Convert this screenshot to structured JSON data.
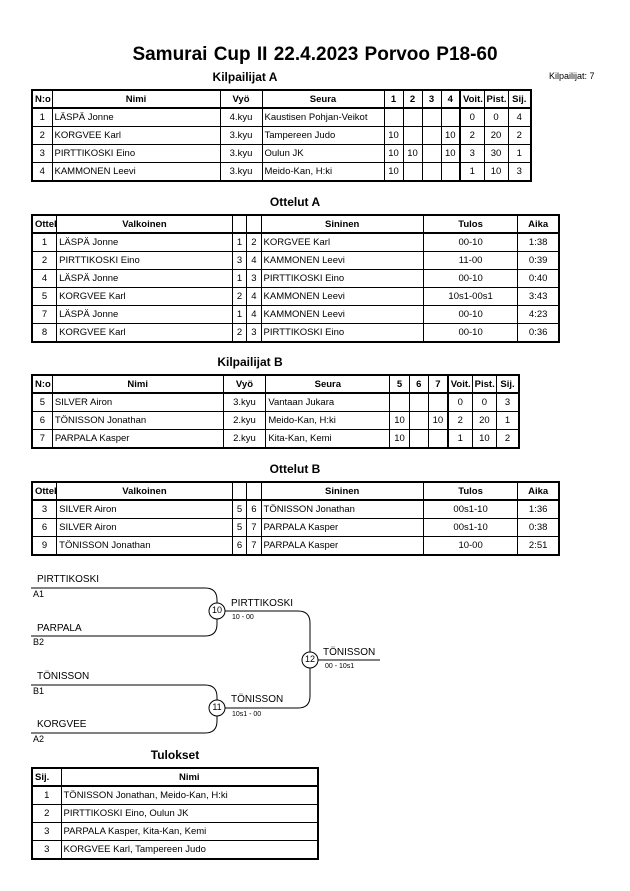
{
  "header": {
    "title": "Samurai Cup II  22.4.2023  Porvoo    P18-60",
    "pool_a_title": "Kilpailijat A",
    "competitor_count": "Kilpailijat: 7"
  },
  "pool_a": {
    "headers": [
      "N:o",
      "Nimi",
      "Vyö",
      "Seura",
      "1",
      "2",
      "3",
      "4",
      "Voit.",
      "Pist.",
      "Sij."
    ],
    "rows": [
      [
        "1",
        "LÄSPÄ Jonne",
        "4.kyu",
        "Kaustisen Pohjan-Veikot",
        "",
        "",
        "",
        "",
        "0",
        "0",
        "4"
      ],
      [
        "2",
        "KORGVEE Karl",
        "3.kyu",
        "Tampereen Judo",
        "10",
        "",
        "",
        "10",
        "2",
        "20",
        "2"
      ],
      [
        "3",
        "PIRTTIKOSKI Eino",
        "3.kyu",
        "Oulun JK",
        "10",
        "10",
        "",
        "10",
        "3",
        "30",
        "1"
      ],
      [
        "4",
        "KAMMONEN Leevi",
        "3.kyu",
        "Meido-Kan, H:ki",
        "10",
        "",
        "",
        "",
        "1",
        "10",
        "3"
      ]
    ]
  },
  "matches_a": {
    "title": "Ottelut A",
    "headers": [
      "Ottelu",
      "Valkoinen",
      "",
      "",
      "Sininen",
      "Tulos",
      "Aika"
    ],
    "rows": [
      [
        "1",
        "LÄSPÄ Jonne",
        "1",
        "2",
        "KORGVEE Karl",
        "00-10",
        "1:38"
      ],
      [
        "2",
        "PIRTTIKOSKI Eino",
        "3",
        "4",
        "KAMMONEN Leevi",
        "11-00",
        "0:39"
      ],
      [
        "4",
        "LÄSPÄ Jonne",
        "1",
        "3",
        "PIRTTIKOSKI Eino",
        "00-10",
        "0:40"
      ],
      [
        "5",
        "KORGVEE Karl",
        "2",
        "4",
        "KAMMONEN Leevi",
        "10s1-00s1",
        "3:43"
      ],
      [
        "7",
        "LÄSPÄ Jonne",
        "1",
        "4",
        "KAMMONEN Leevi",
        "00-10",
        "4:23"
      ],
      [
        "8",
        "KORGVEE Karl",
        "2",
        "3",
        "PIRTTIKOSKI Eino",
        "00-10",
        "0:36"
      ]
    ]
  },
  "pool_b": {
    "title": "Kilpailijat B",
    "headers": [
      "N:o",
      "Nimi",
      "Vyö",
      "Seura",
      "5",
      "6",
      "7",
      "Voit.",
      "Pist.",
      "Sij."
    ],
    "rows": [
      [
        "5",
        "SILVER Airon",
        "3.kyu",
        "Vantaan Jukara",
        "",
        "",
        "",
        "0",
        "0",
        "3"
      ],
      [
        "6",
        "TÖNISSON Jonathan",
        "2.kyu",
        "Meido-Kan, H:ki",
        "10",
        "",
        "10",
        "2",
        "20",
        "1"
      ],
      [
        "7",
        "PARPALA Kasper",
        "2.kyu",
        "Kita-Kan, Kemi",
        "10",
        "",
        "",
        "1",
        "10",
        "2"
      ]
    ]
  },
  "matches_b": {
    "title": "Ottelut B",
    "headers": [
      "Ottelu",
      "Valkoinen",
      "",
      "",
      "Sininen",
      "Tulos",
      "Aika"
    ],
    "rows": [
      [
        "3",
        "SILVER Airon",
        "5",
        "6",
        "TÖNISSON Jonathan",
        "00s1-10",
        "1:36"
      ],
      [
        "6",
        "SILVER Airon",
        "5",
        "7",
        "PARPALA Kasper",
        "00s1-10",
        "0:38"
      ],
      [
        "9",
        "TÖNISSON Jonathan",
        "6",
        "7",
        "PARPALA Kasper",
        "10-00",
        "2:51"
      ]
    ]
  },
  "bracket": {
    "semi1_top": {
      "name": "PIRTTIKOSKI",
      "seed": "A1"
    },
    "semi1_bottom": {
      "name": "PARPALA",
      "seed": "B2"
    },
    "semi2_top": {
      "name": "TÖNISSON",
      "seed": "B1"
    },
    "semi2_bottom": {
      "name": "KORGVEE",
      "seed": "A2"
    },
    "match10": {
      "number": "10",
      "winner": "PIRTTIKOSKI",
      "score": "10 - 00"
    },
    "match11": {
      "number": "11",
      "winner": "TÖNISSON",
      "score": "10s1 - 00"
    },
    "match12": {
      "number": "12",
      "winner": "TÖNISSON",
      "score": "00 - 10s1"
    }
  },
  "results": {
    "title": "Tulokset",
    "headers": [
      "Sij.",
      "Nimi"
    ],
    "rows": [
      [
        "1",
        "TÖNISSON Jonathan, Meido-Kan, H:ki"
      ],
      [
        "2",
        "PIRTTIKOSKI Eino, Oulun JK"
      ],
      [
        "3",
        "PARPALA Kasper, Kita-Kan, Kemi"
      ],
      [
        "3",
        "KORGVEE Karl, Tampereen Judo"
      ]
    ]
  }
}
